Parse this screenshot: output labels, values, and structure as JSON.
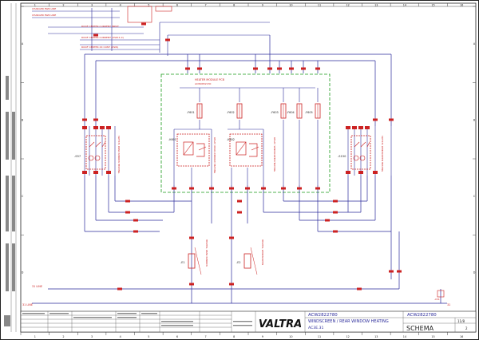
{
  "frame": {
    "col_numbers": [
      "1",
      "2",
      "3",
      "4",
      "5",
      "6",
      "7",
      "8",
      "9",
      "10",
      "11",
      "12",
      "13",
      "14",
      "15",
      "16"
    ],
    "row_letters": [
      "A",
      "B",
      "C",
      "D"
    ]
  },
  "top_left": {
    "labels": [
      "CHARGER PWR LINE",
      "CHARGER PWR LINE",
      "ROOF CENTER CURRENT INPUT",
      "ROOF CENTER CURRENT (XSW:1.0)",
      "ROOF CENTER XX CONT (XSW)"
    ]
  },
  "heater_box": {
    "title": "HEATER MODULE PCB",
    "part": "ACW0652130"
  },
  "components": {
    "fuses": [
      "-F601",
      "-F602",
      "-F603",
      "-F604",
      "-F605"
    ],
    "relays": [
      "-K601",
      "-K602"
    ],
    "relay_left_caption": "RELAY, REAR WINDOW HEATING",
    "relay_right_caption": "RELAY, WINDSCREEN HEATING",
    "switch_left": "-S57",
    "switch_right": "-S150",
    "switch_left_caption": "SWITCH, REAR WINDOW HEATING",
    "switch_right_caption": "SWITCH, WINDSCREEN HEATING",
    "heater_left": "-E1",
    "heater_right": "-E2",
    "heater_left_caption": "HEATER, REAR WINDOW",
    "heater_right_caption": "HEATER, WINDSCREEN"
  },
  "rails": {
    "left_label": "31 LINE",
    "bottom_left_label": "31 LINE",
    "bottom_right_label": "31",
    "ground": "-X31"
  },
  "title_block": {
    "logo": "VALTRA",
    "doc_number": "ACW2822780",
    "doc_number_2": "ACW2822780",
    "title": "WINDSCREEN / REAR WINDOW HEATING",
    "code": "AC3E.31",
    "doc_type": "SCHEMA",
    "sheet": "11/8",
    "page": "2"
  }
}
